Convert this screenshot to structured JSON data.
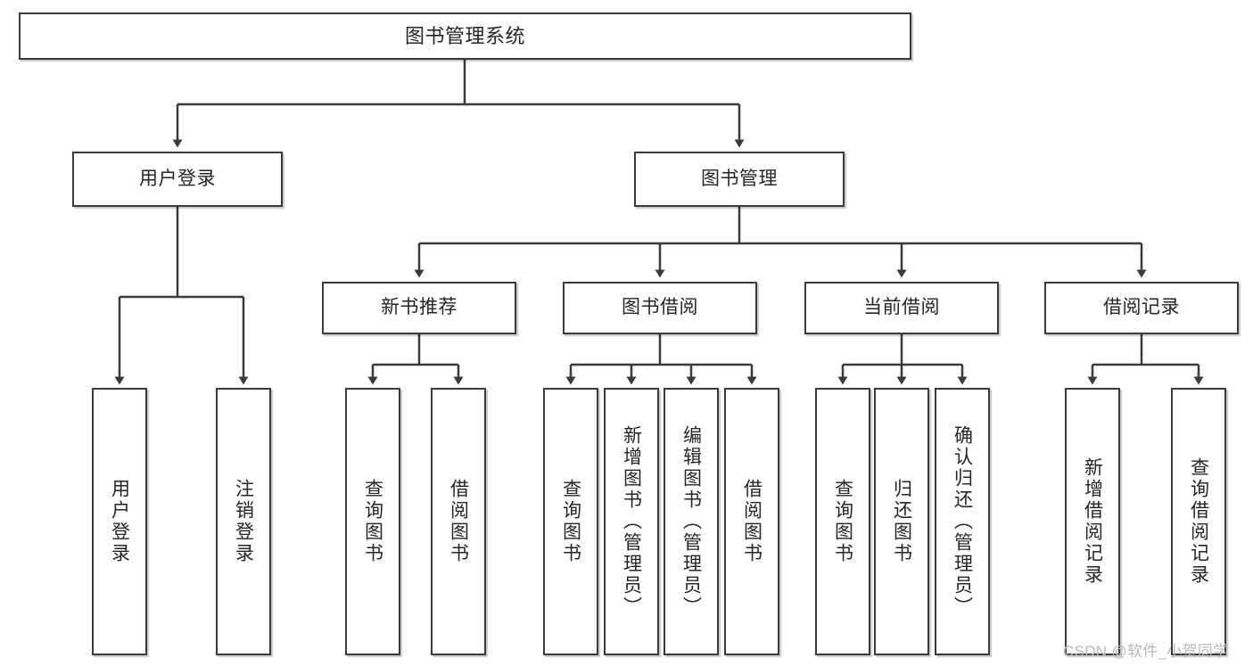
{
  "diagram": {
    "title": "图书管理系统",
    "type": "tree",
    "root": {
      "id": "root",
      "label": "图书管理系统",
      "orientation": "horizontal"
    },
    "level1": [
      {
        "id": "user-login",
        "label": "用户登录",
        "orientation": "horizontal"
      },
      {
        "id": "book-manage",
        "label": "图书管理",
        "orientation": "horizontal"
      }
    ],
    "level2": [
      {
        "id": "new-book-recommend",
        "label": "新书推荐",
        "orientation": "horizontal",
        "parent": "book-manage"
      },
      {
        "id": "book-borrow",
        "label": "图书借阅",
        "orientation": "horizontal",
        "parent": "book-manage"
      },
      {
        "id": "current-borrow",
        "label": "当前借阅",
        "orientation": "horizontal",
        "parent": "book-manage"
      },
      {
        "id": "borrow-record",
        "label": "借阅记录",
        "orientation": "horizontal",
        "parent": "book-manage"
      }
    ],
    "leaves": [
      {
        "id": "leaf-user-login",
        "label": "用户登录",
        "parent": "user-login",
        "orientation": "vertical"
      },
      {
        "id": "leaf-logout-login",
        "label": "注销登录",
        "parent": "user-login",
        "orientation": "vertical"
      },
      {
        "id": "leaf-query-book-1",
        "label": "查询图书",
        "parent": "new-book-recommend",
        "orientation": "vertical"
      },
      {
        "id": "leaf-borrow-book-1",
        "label": "借阅图书",
        "parent": "new-book-recommend",
        "orientation": "vertical"
      },
      {
        "id": "leaf-query-book-2",
        "label": "查询图书",
        "parent": "book-borrow",
        "orientation": "vertical"
      },
      {
        "id": "leaf-add-book",
        "label": "新增图书（管理员）",
        "parent": "book-borrow",
        "orientation": "vertical"
      },
      {
        "id": "leaf-edit-book",
        "label": "编辑图书（管理员）",
        "parent": "book-borrow",
        "orientation": "vertical"
      },
      {
        "id": "leaf-borrow-book-2",
        "label": "借阅图书",
        "parent": "book-borrow",
        "orientation": "vertical"
      },
      {
        "id": "leaf-query-book-3",
        "label": "查询图书",
        "parent": "current-borrow",
        "orientation": "vertical"
      },
      {
        "id": "leaf-return-book",
        "label": "归还图书",
        "parent": "current-borrow",
        "orientation": "vertical"
      },
      {
        "id": "leaf-confirm-return",
        "label": "确认归还（管理员）",
        "parent": "current-borrow",
        "orientation": "vertical"
      },
      {
        "id": "leaf-add-record",
        "label": "新增借阅记录",
        "parent": "borrow-record",
        "orientation": "vertical"
      },
      {
        "id": "leaf-query-record",
        "label": "查询借阅记录",
        "parent": "borrow-record",
        "orientation": "vertical"
      }
    ],
    "watermark": "CSDN @软件_小贺同学",
    "colors": {
      "box_border": "#3b3b3b",
      "box_fill": "#ffffff",
      "edge": "#3b3b3b",
      "text": "#262626",
      "watermark": "#b9b9b9",
      "background": "#ffffff"
    }
  }
}
